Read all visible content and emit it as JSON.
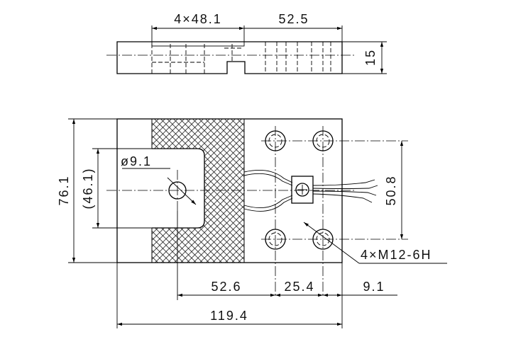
{
  "top_view": {
    "dim_width_hole": "4×48.1",
    "dim_right": "52.5",
    "dim_thickness": "15"
  },
  "front_view": {
    "dim_height_total": "76.1",
    "dim_height_slot": "(46.1)",
    "dim_hole_dia": "ø9.1",
    "dim_hole_spacing_v": "50.8",
    "dim_thread": "4×M12-6H",
    "dim_52_6": "52.6",
    "dim_25_4": "25.4",
    "dim_9_1": "9.1",
    "dim_total_length": "119.4"
  }
}
